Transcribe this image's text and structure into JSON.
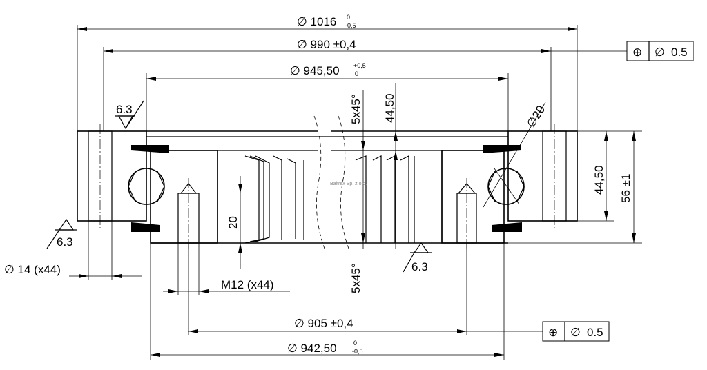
{
  "dimensions": {
    "d1016": {
      "symbol": "∅",
      "value": "1016",
      "tol_upper": "0",
      "tol_lower": "-0,5"
    },
    "d990": {
      "symbol": "∅",
      "value": "990 ±0,4"
    },
    "d945": {
      "symbol": "∅",
      "value": "945,50",
      "tol_upper": "+0,5",
      "tol_lower": "0"
    },
    "d905": {
      "symbol": "∅",
      "value": "905 ±0,4"
    },
    "d942": {
      "symbol": "∅",
      "value": "942,50",
      "tol_upper": "0",
      "tol_lower": "-0,5"
    },
    "d14": "∅ 14 (x44)",
    "m12": "M12 (x44)",
    "chamfer_top": "5x45°",
    "chamfer_bottom": "5x45°",
    "h4450_center": "44,50",
    "h4450_right": "44,50",
    "h56": "56 ±1",
    "h20": "20",
    "ball": "∅20"
  },
  "roughness": {
    "top_left": "6.3",
    "bottom_left": "6.3",
    "bottom_middle": "6.3"
  },
  "tolerance_frames": {
    "upper": {
      "position_symbol": "⊕",
      "diameter_symbol": "∅",
      "value": "0.5"
    },
    "lower": {
      "position_symbol": "⊕",
      "diameter_symbol": "∅",
      "value": "0.5"
    }
  },
  "watermark": "Baltrex Sp. z o.o."
}
